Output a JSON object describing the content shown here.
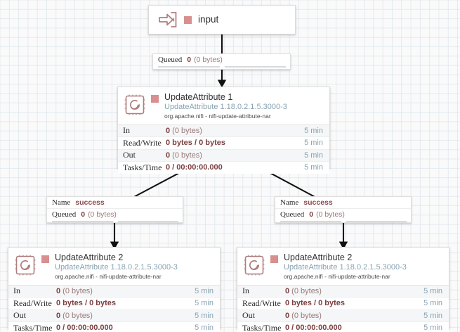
{
  "canvas": {
    "grid_color": "#e3eaee",
    "background_color": "#fafafa",
    "accent_color": "#d88f8f",
    "link_color": "#88a3b0",
    "stat_value_color": "#7b3f3f"
  },
  "input_port": {
    "icon": "input-port-icon",
    "label": "input"
  },
  "connections": [
    {
      "id": "input-to-ua1",
      "has_name": false,
      "queued_key": "Queued",
      "queued_count": "0",
      "queued_bytes": "(0 bytes)"
    },
    {
      "id": "ua1-success-left",
      "has_name": true,
      "name_key": "Name",
      "name_value": "success",
      "queued_key": "Queued",
      "queued_count": "0",
      "queued_bytes": "(0 bytes)"
    },
    {
      "id": "ua1-success-right",
      "has_name": true,
      "name_key": "Name",
      "name_value": "success",
      "queued_key": "Queued",
      "queued_count": "0",
      "queued_bytes": "(0 bytes)"
    }
  ],
  "processors": [
    {
      "id": "update-attribute-1",
      "icon": "update-attribute-icon",
      "name": "UpdateAttribute 1",
      "type": "UpdateAttribute 1.18.0.2.1.5.3000-3",
      "bundle": "org.apache.nifi - nifi-update-attribute-nar",
      "stats": [
        {
          "label": "In",
          "bold": "0",
          "rest": " (0 bytes)",
          "time": "5 min"
        },
        {
          "label": "Read/Write",
          "bold": "0 bytes / 0 bytes",
          "rest": "",
          "time": "5 min"
        },
        {
          "label": "Out",
          "bold": "0",
          "rest": " (0 bytes)",
          "time": "5 min"
        },
        {
          "label": "Tasks/Time",
          "bold": "0 / 00:00:00.000",
          "rest": "",
          "time": "5 min"
        }
      ]
    },
    {
      "id": "update-attribute-2-left",
      "icon": "update-attribute-icon",
      "name": "UpdateAttribute 2",
      "type": "UpdateAttribute 1.18.0.2.1.5.3000-3",
      "bundle": "org.apache.nifi - nifi-update-attribute-nar",
      "stats": [
        {
          "label": "In",
          "bold": "0",
          "rest": " (0 bytes)",
          "time": "5 min"
        },
        {
          "label": "Read/Write",
          "bold": "0 bytes / 0 bytes",
          "rest": "",
          "time": "5 min"
        },
        {
          "label": "Out",
          "bold": "0",
          "rest": " (0 bytes)",
          "time": "5 min"
        },
        {
          "label": "Tasks/Time",
          "bold": "0 / 00:00:00.000",
          "rest": "",
          "time": "5 min"
        }
      ]
    },
    {
      "id": "update-attribute-2-right",
      "icon": "update-attribute-icon",
      "name": "UpdateAttribute 2",
      "type": "UpdateAttribute 1.18.0.2.1.5.3000-3",
      "bundle": "org.apache.nifi - nifi-update-attribute-nar",
      "stats": [
        {
          "label": "In",
          "bold": "0",
          "rest": " (0 bytes)",
          "time": "5 min"
        },
        {
          "label": "Read/Write",
          "bold": "0 bytes / 0 bytes",
          "rest": "",
          "time": "5 min"
        },
        {
          "label": "Out",
          "bold": "0",
          "rest": " (0 bytes)",
          "time": "5 min"
        },
        {
          "label": "Tasks/Time",
          "bold": "0 / 00:00:00.000",
          "rest": "",
          "time": "5 min"
        }
      ]
    }
  ]
}
